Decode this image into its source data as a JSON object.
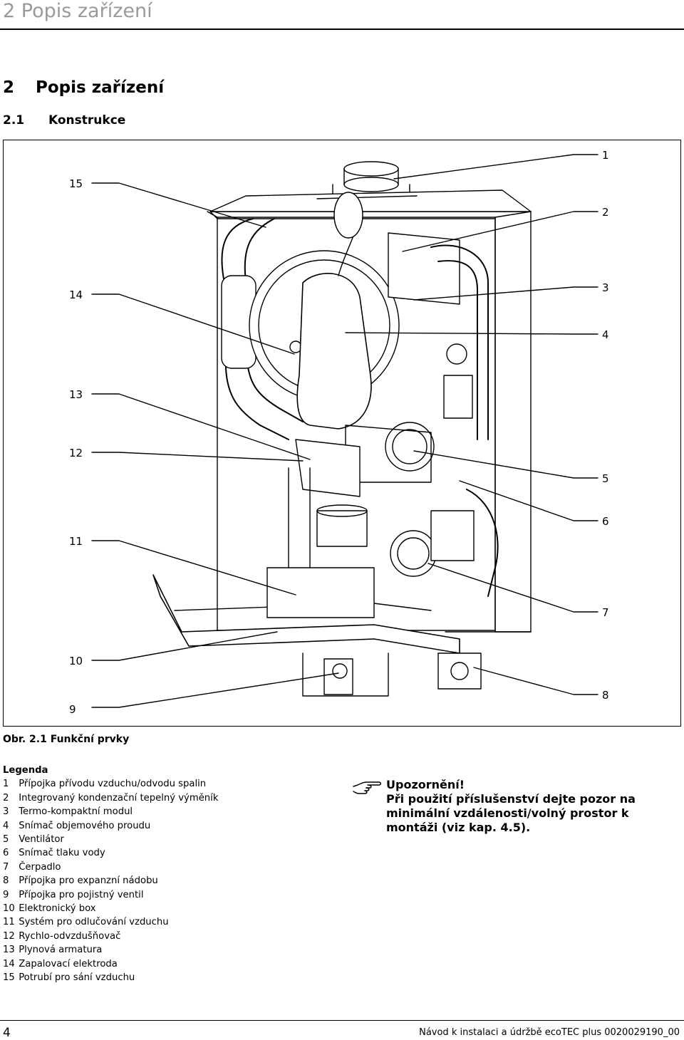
{
  "running_header": "2 Popis zařízení",
  "chapter": {
    "number": "2",
    "title": "Popis zařízení"
  },
  "section": {
    "number": "2.1",
    "title": "Konstrukce"
  },
  "figure": {
    "callouts": [
      "1",
      "2",
      "3",
      "4",
      "5",
      "6",
      "7",
      "8",
      "9",
      "10",
      "11",
      "12",
      "13",
      "14",
      "15"
    ],
    "caption": "Obr. 2.1 Funkční prvky"
  },
  "legend": {
    "title": "Legenda",
    "items": [
      {
        "n": "1",
        "text": "Přípojka přívodu vzduchu/odvodu spalin"
      },
      {
        "n": "2",
        "text": "Integrovaný kondenzační tepelný výměník"
      },
      {
        "n": "3",
        "text": "Termo-kompaktní modul"
      },
      {
        "n": "4",
        "text": "Snímač objemového proudu"
      },
      {
        "n": "5",
        "text": "Ventilátor"
      },
      {
        "n": "6",
        "text": "Snímač tlaku vody"
      },
      {
        "n": "7",
        "text": "Čerpadlo"
      },
      {
        "n": "8",
        "text": "Přípojka pro expanzní nádobu"
      },
      {
        "n": "9",
        "text": "Přípojka pro pojistný ventil"
      },
      {
        "n": "10",
        "text": "Elektronický box"
      },
      {
        "n": "11",
        "text": "Systém pro odlučování vzduchu"
      },
      {
        "n": "12",
        "text": "Rychlo-odvzdušňovač"
      },
      {
        "n": "13",
        "text": "Plynová armatura"
      },
      {
        "n": "14",
        "text": "Zapalovací elektroda"
      },
      {
        "n": "15",
        "text": "Potrubí pro sání vzduchu"
      }
    ]
  },
  "note": {
    "icon": "pointing-hand-icon",
    "title": "Upozornění!",
    "text": "Při použití příslušenství dejte pozor na minimální vzdálenosti/volný prostor k montáži (viz kap. 4.5)."
  },
  "footer": {
    "page_number": "4",
    "title": "Návod k instalaci a údržbě ecoTEC plus 0020029190_00"
  }
}
